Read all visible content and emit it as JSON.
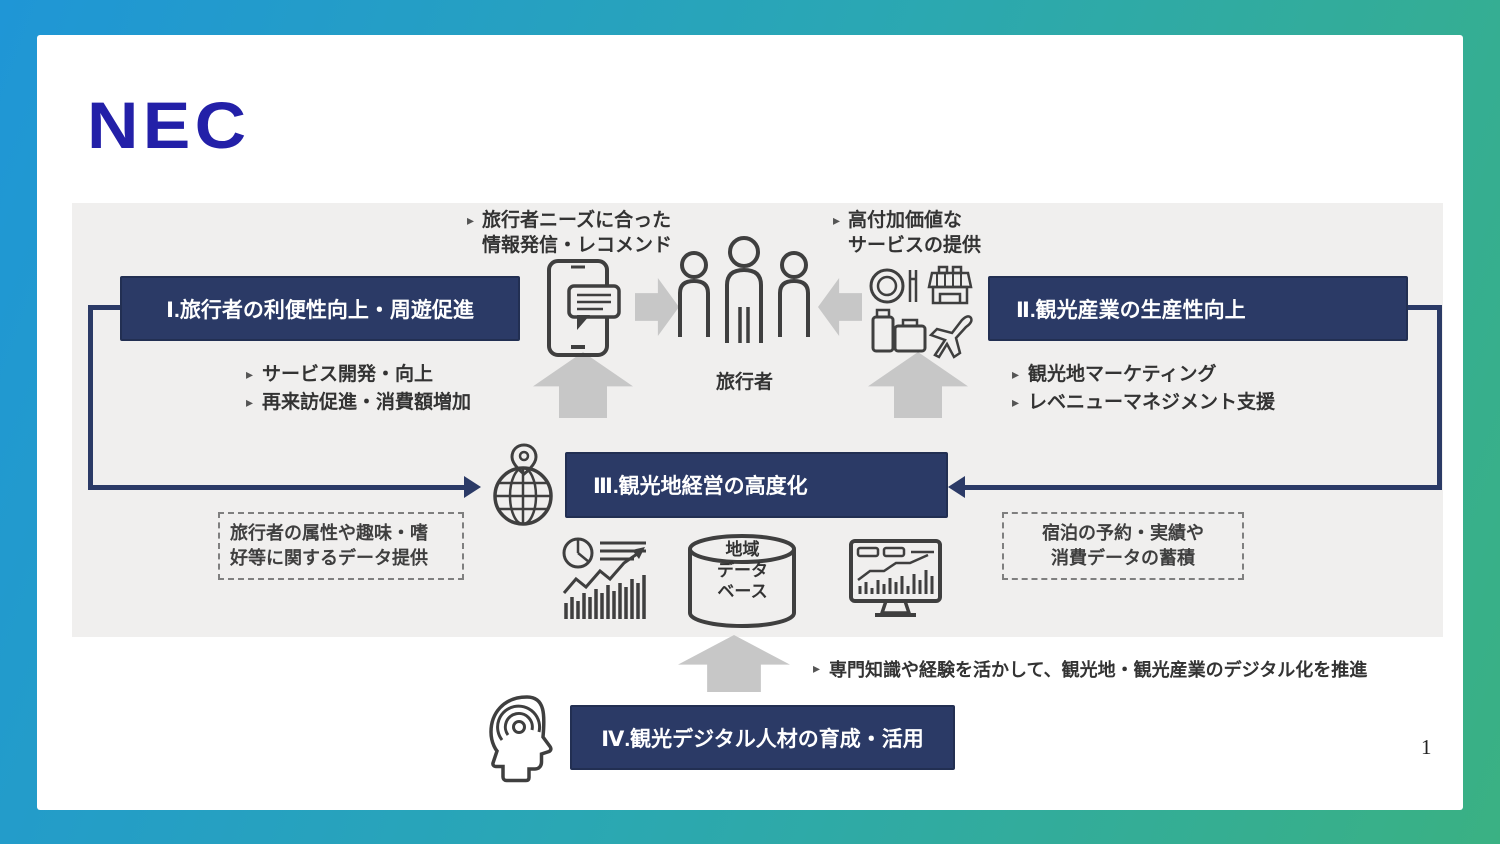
{
  "slide": {
    "logo_text": "NEC",
    "page_number": "1",
    "bullet_glyph": "▸",
    "notes": {
      "top_left": {
        "lines": [
          "旅行者ニーズに合った",
          "情報発信・レコメンド"
        ]
      },
      "top_right": {
        "lines": [
          "高付加価値な",
          "サービスの提供"
        ]
      },
      "bottom": {
        "text": "専門知識や経験を活かして、観光地・観光産業のデジタル化を推進"
      }
    },
    "boxes": {
      "box1": "Ⅰ.旅行者の利便性向上・周遊促進",
      "box2": "Ⅱ.観光産業の生産性向上",
      "box3": "Ⅲ.観光地経営の高度化",
      "box4": "Ⅳ.観光デジタル人材の育成・活用"
    },
    "bullets": {
      "box1": [
        "サービス開発・向上",
        "再来訪促進・消費額増加"
      ],
      "box2": [
        "観光地マーケティング",
        "レベニューマネジメント支援"
      ]
    },
    "labels": {
      "travelers": "旅行者",
      "database_lines": [
        "地域",
        "データ",
        "ベース"
      ]
    },
    "dashed_notes": {
      "left": {
        "lines": [
          "旅行者の属性や趣味・嗜",
          "好等に関するデータ提供"
        ]
      },
      "right": {
        "lines": [
          "宿泊の予約・実績や",
          "消費データの蓄積"
        ]
      }
    },
    "colors": {
      "navy_box": "#2b3a66",
      "nec_blue": "#2320a8",
      "panel_gray": "#f0efee",
      "arrow_gray": "#c7c7c7",
      "bg_gradient_start": "#1f96d6",
      "bg_gradient_end": "#3ab183"
    }
  }
}
